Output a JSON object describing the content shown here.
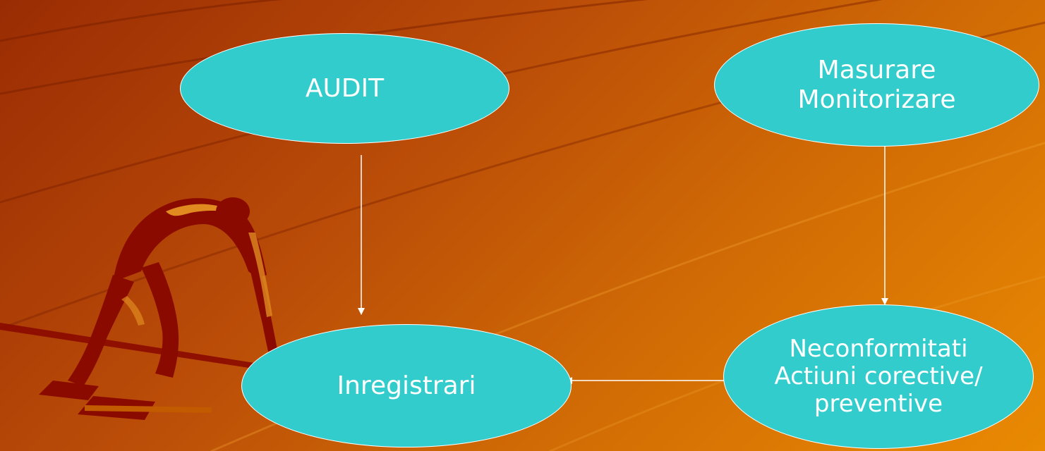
{
  "diagram": {
    "nodes": {
      "audit": {
        "label": "AUDIT"
      },
      "masurare": {
        "label": "Masurare\nMonitorizare"
      },
      "inregistrari": {
        "label": "Inregistrari"
      },
      "neconformitati": {
        "label": "Neconformitati\nActiuni corective/\npreventive"
      }
    },
    "edges": [
      {
        "from": "audit",
        "to": "inregistrari"
      },
      {
        "from": "masurare",
        "to": "neconformitati"
      },
      {
        "from": "neconformitati",
        "to": "inregistrari"
      }
    ]
  },
  "colors": {
    "node_fill": "#33cccc",
    "node_text": "#ffffff",
    "arrow": "#ffffff",
    "background_dark": "#9a2c04",
    "background_light": "#e98a02",
    "runner": "#8b0a00"
  },
  "decorations": {
    "runner_icon": "sprinter-at-starting-blocks-icon",
    "track_lines": "curved-track-lines"
  }
}
